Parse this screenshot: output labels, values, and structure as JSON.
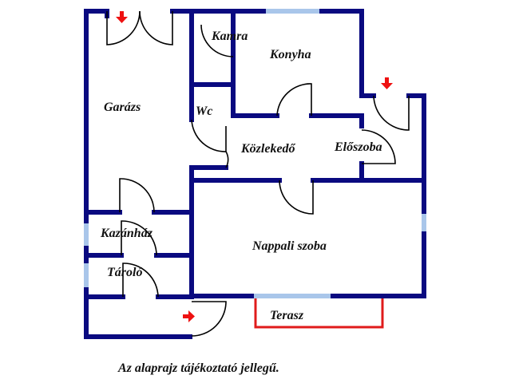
{
  "rooms": {
    "garage": "Garázs",
    "pantry": "Kamra",
    "kitchen": "Konyha",
    "wc": "Wc",
    "hallway": "Közlekedő",
    "entrance_hall": "Előszoba",
    "boiler_room": "Kazánház",
    "storage": "Tároló",
    "living_room": "Nappali szoba",
    "terrace": "Terasz"
  },
  "note": "Az alaprajz tájékoztató jellegű.",
  "colors": {
    "wall": "#0a0a80",
    "window": "#a9c6ea",
    "terrace": "#e01b1b",
    "entrance_arrow": "#ee1111"
  },
  "entrances": [
    {
      "location": "garage-top",
      "direction": "down"
    },
    {
      "location": "entrance-hall-top",
      "direction": "down"
    },
    {
      "location": "bottom-left",
      "direction": "right"
    }
  ]
}
